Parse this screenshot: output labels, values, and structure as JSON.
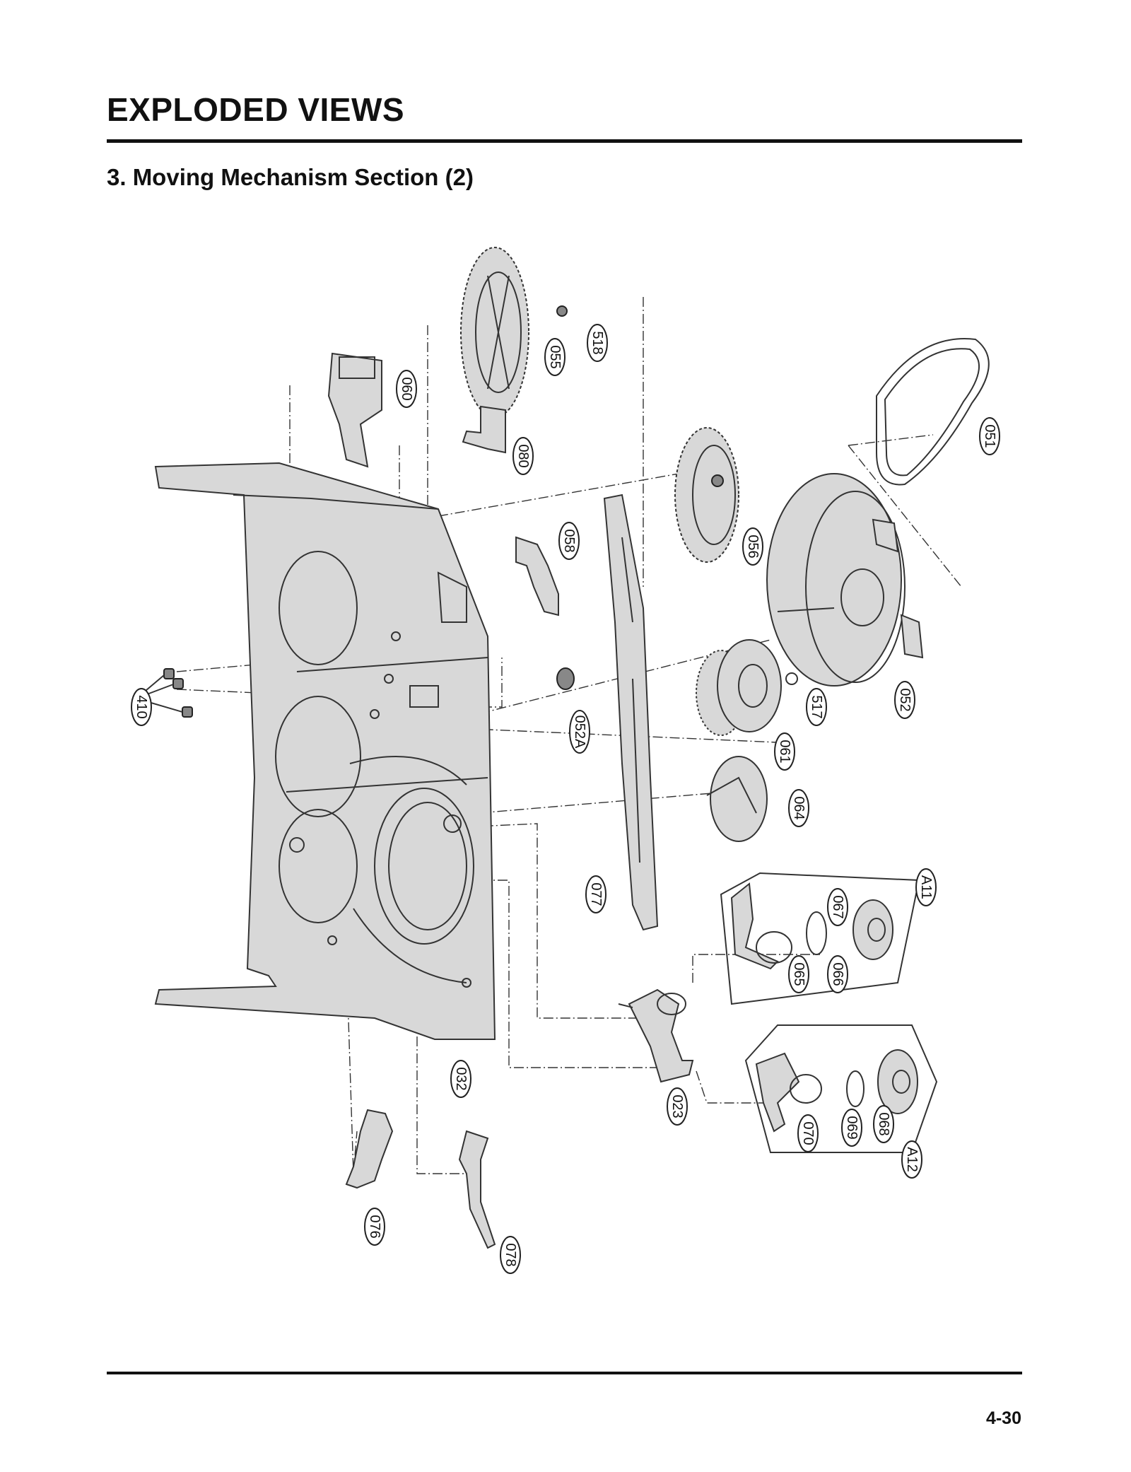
{
  "header": {
    "title": "EXPLODED VIEWS",
    "section": "3. Moving Mechanism Section (2)"
  },
  "footer": {
    "page_number": "4-30"
  },
  "callouts": {
    "c518": "518",
    "c055": "055",
    "c060": "060",
    "c080": "080",
    "c051": "051",
    "c056": "056",
    "c058": "058",
    "c052": "052",
    "c517": "517",
    "c410": "410",
    "c052A": "052A",
    "c061": "061",
    "c064": "064",
    "c077": "077",
    "c A11": "A11",
    "cA11": "A11",
    "c067": "067",
    "c065": "065",
    "c066": "066",
    "c032": "032",
    "c023": "023",
    "c070": "070",
    "c069": "069",
    "c068": "068",
    "cA12": "A12",
    "c076": "076",
    "c078": "078"
  }
}
